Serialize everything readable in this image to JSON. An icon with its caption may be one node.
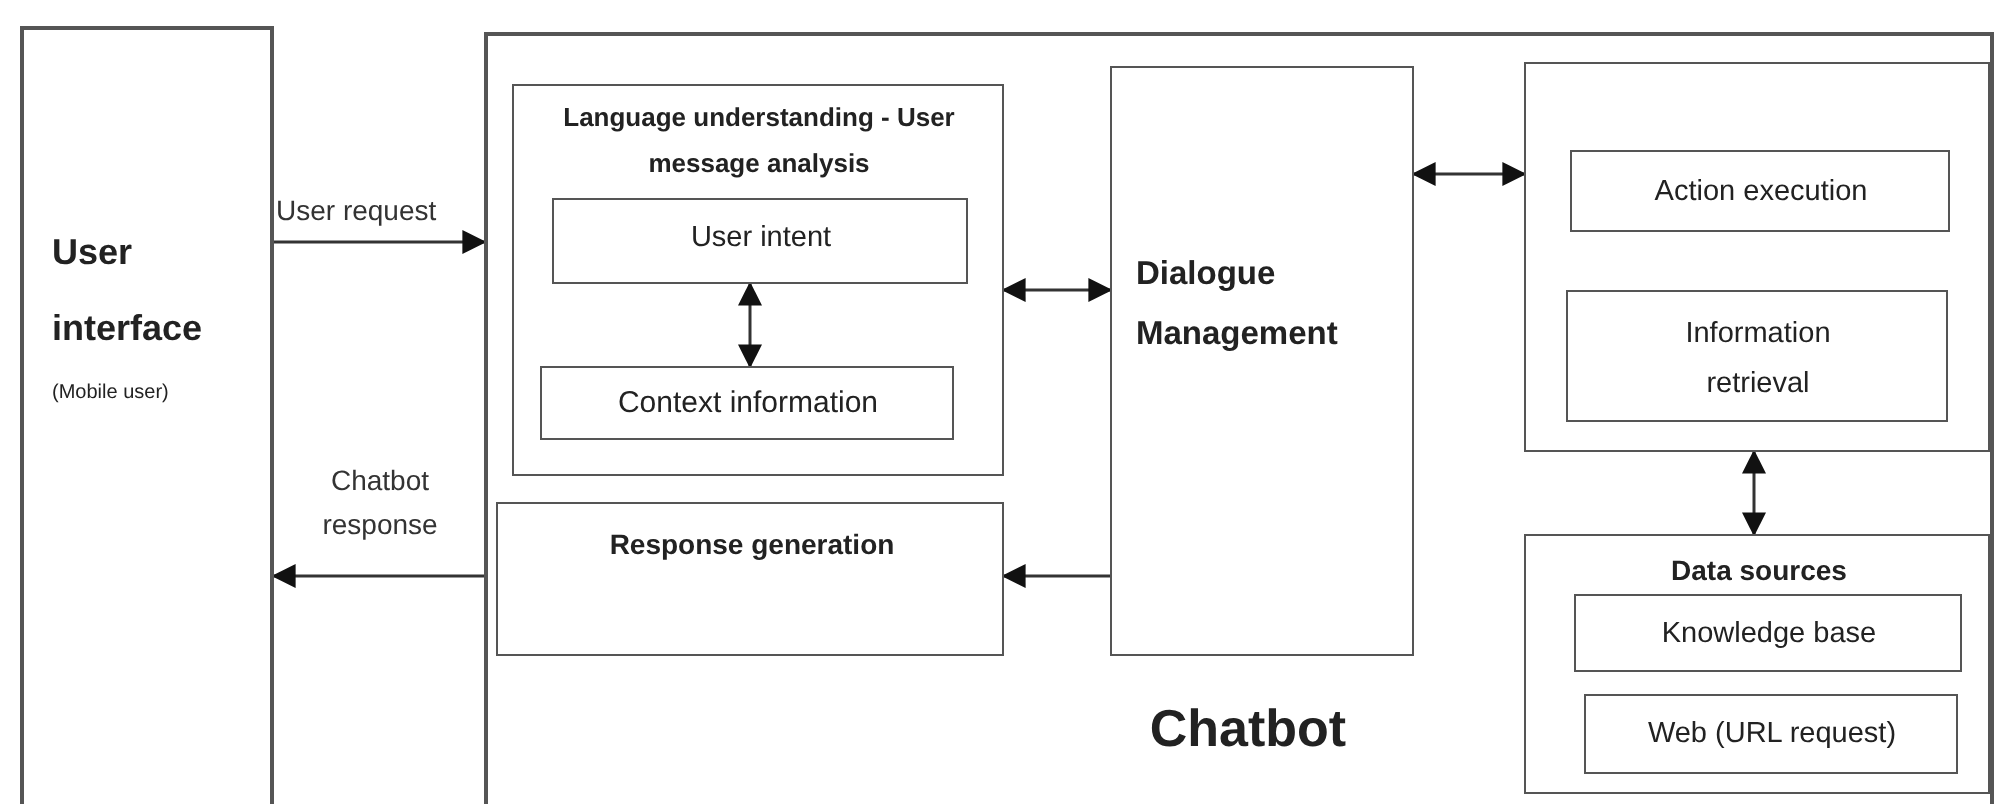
{
  "diagram": {
    "nodes": [
      {
        "text": [
          "User interface",
          "(Mobile user)"
        ]
      },
      {
        "text": [
          "Chatbot"
        ]
      },
      {
        "text": [
          "Language understanding - User message analysis"
        ],
        "in": 1
      },
      {
        "text": [
          "User intent"
        ],
        "in": 2
      },
      {
        "text": [
          "Context information"
        ],
        "in": 2
      },
      {
        "text": [
          "Response generation"
        ],
        "in": 1
      },
      {
        "text": [
          "Dialogue Management"
        ],
        "in": 1
      },
      {
        "text": [],
        "shape": "box",
        "in": 1
      },
      {
        "text": [
          "Action execution"
        ],
        "in": 7
      },
      {
        "text": [
          "Information retrieval"
        ],
        "in": 7
      },
      {
        "text": [
          "Data sources"
        ],
        "in": 1
      },
      {
        "text": [
          "Knowledge base"
        ],
        "in": 10
      },
      {
        "text": [
          "Web (URL request)"
        ],
        "in": 10
      }
    ],
    "edges": [
      {
        "from": 0,
        "to": 1,
        "arrow": "to",
        "label": "User request"
      },
      {
        "from": 1,
        "to": 0,
        "arrow": "to",
        "label": "Chatbot response"
      },
      {
        "from": 2,
        "to": 6,
        "arrow": "both"
      },
      {
        "from": 3,
        "to": 4,
        "arrow": "both"
      },
      {
        "from": 6,
        "to": 5,
        "arrow": "to"
      },
      {
        "from": 6,
        "to": 7,
        "arrow": "both"
      },
      {
        "from": 7,
        "to": 10,
        "arrow": "both"
      }
    ]
  }
}
